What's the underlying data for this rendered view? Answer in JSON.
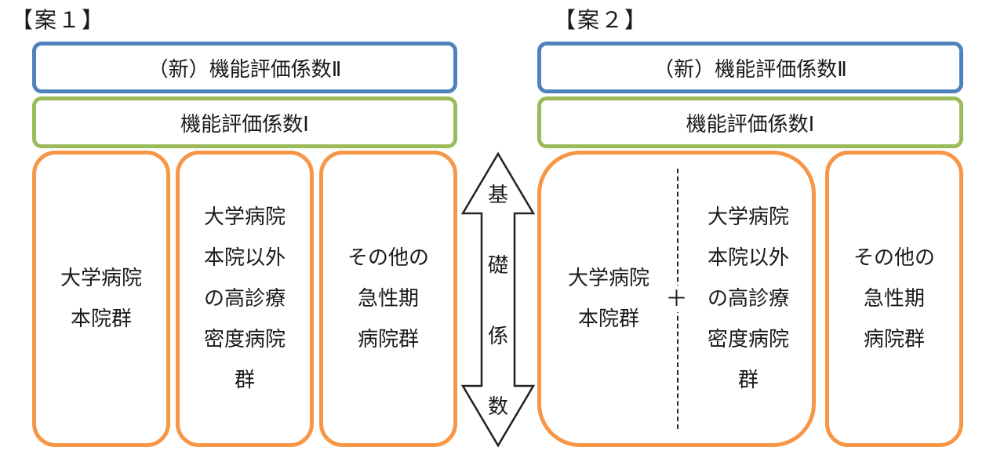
{
  "plan1": {
    "heading": "【案１】",
    "coefficient2": "（新）機能評価係数Ⅱ",
    "coefficient1": "機能評価係数Ⅰ",
    "groups": [
      "大学病院\n本院群",
      "大学病院\n本院以外\nの高診療\n密度病院\n群",
      "その他の\n急性期\n病院群"
    ]
  },
  "plan2": {
    "heading": "【案２】",
    "coefficient2": "（新）機能評価係数Ⅱ",
    "coefficient1": "機能評価係数Ⅰ",
    "merged_left": "大学病院\n本院群",
    "plus": "＋",
    "merged_right": "大学病院\n本院以外\nの高診療\n密度病院\n群",
    "other": "その他の\n急性期\n病院群"
  },
  "base_coefficient": {
    "chars": [
      "基",
      "礎",
      "係",
      "数"
    ]
  },
  "colors": {
    "coefficient2_border": "#4f81bd",
    "coefficient1_border": "#9bbb59",
    "group_border": "#f79646"
  }
}
